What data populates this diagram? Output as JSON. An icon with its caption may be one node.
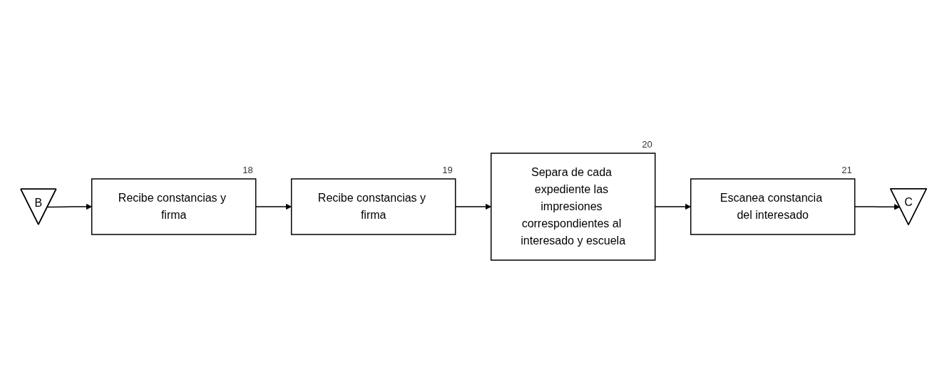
{
  "diagram": {
    "nodes": [
      {
        "text": [
          "B"
        ]
      },
      {
        "text": [
          "Recibe constancias y firma"
        ],
        "beside": [
          "18"
        ]
      },
      {
        "text": [
          "Recibe constancias y firma"
        ],
        "beside": [
          "19"
        ]
      },
      {
        "text": [
          "Separa de cada expediente las impresiones correspondientes al interesado y escuela"
        ],
        "beside": [
          "20"
        ]
      },
      {
        "text": [
          "Escanea constancia del interesado"
        ],
        "beside": [
          "21"
        ]
      },
      {
        "text": [
          "C"
        ]
      }
    ],
    "edges": [
      {
        "from": 0,
        "to": 1,
        "arrow": "to"
      },
      {
        "from": 1,
        "to": 2,
        "arrow": "to"
      },
      {
        "from": 2,
        "to": 3,
        "arrow": "to"
      },
      {
        "from": 3,
        "to": 4,
        "arrow": "to"
      },
      {
        "from": 4,
        "to": 5,
        "arrow": "to"
      }
    ]
  }
}
